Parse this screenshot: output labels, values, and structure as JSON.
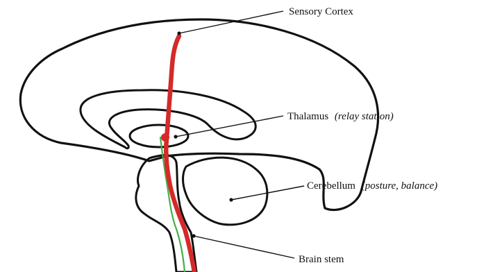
{
  "labels": {
    "sensory_cortex": "Sensory Cortex",
    "thalamus": "Thalamus",
    "thalamus_note": "(relay station)",
    "cerebellum": "Cerebellum",
    "cerebellum_note": "(posture, balance)",
    "brain_stem": "Brain stem"
  },
  "colors": {
    "outline": "#111111",
    "sensory_pathway": "#d42a2a",
    "secondary_pathway": "#44b04a",
    "background": "#ffffff"
  }
}
